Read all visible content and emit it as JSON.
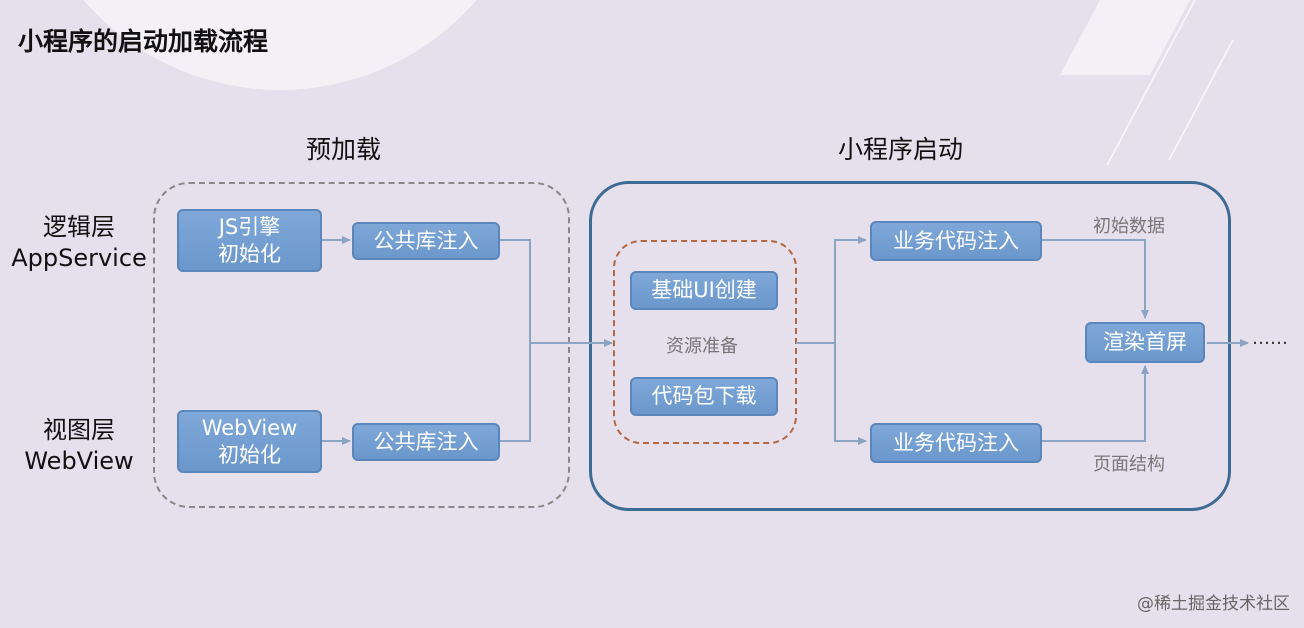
{
  "title": "小程序的启动加载流程",
  "sections": {
    "preload": "预加载",
    "launch": "小程序启动"
  },
  "layers": {
    "logic": "逻辑层\nAppService",
    "view": "视图层\nWebView"
  },
  "nodes": {
    "js_engine_init": "JS引擎\n初始化",
    "public_lib_inject_logic": "公共库注入",
    "webview_init": "WebView\n初始化",
    "public_lib_inject_view": "公共库注入",
    "base_ui_create": "基础UI创建",
    "code_package_download": "代码包下载",
    "business_code_inject_logic": "业务代码注入",
    "business_code_inject_view": "业务代码注入",
    "render_first_screen": "渲染首屏"
  },
  "notes": {
    "resource_prep": "资源准备",
    "initial_data": "初始数据",
    "page_structure": "页面结构",
    "continuation": "……"
  },
  "watermark": "@稀土掘金技术社区",
  "colors": {
    "node_fill": "#7fa8d8",
    "launch_border": "#3e6b93",
    "resource_border": "#b5673f",
    "arrow": "#8aa5c4"
  }
}
